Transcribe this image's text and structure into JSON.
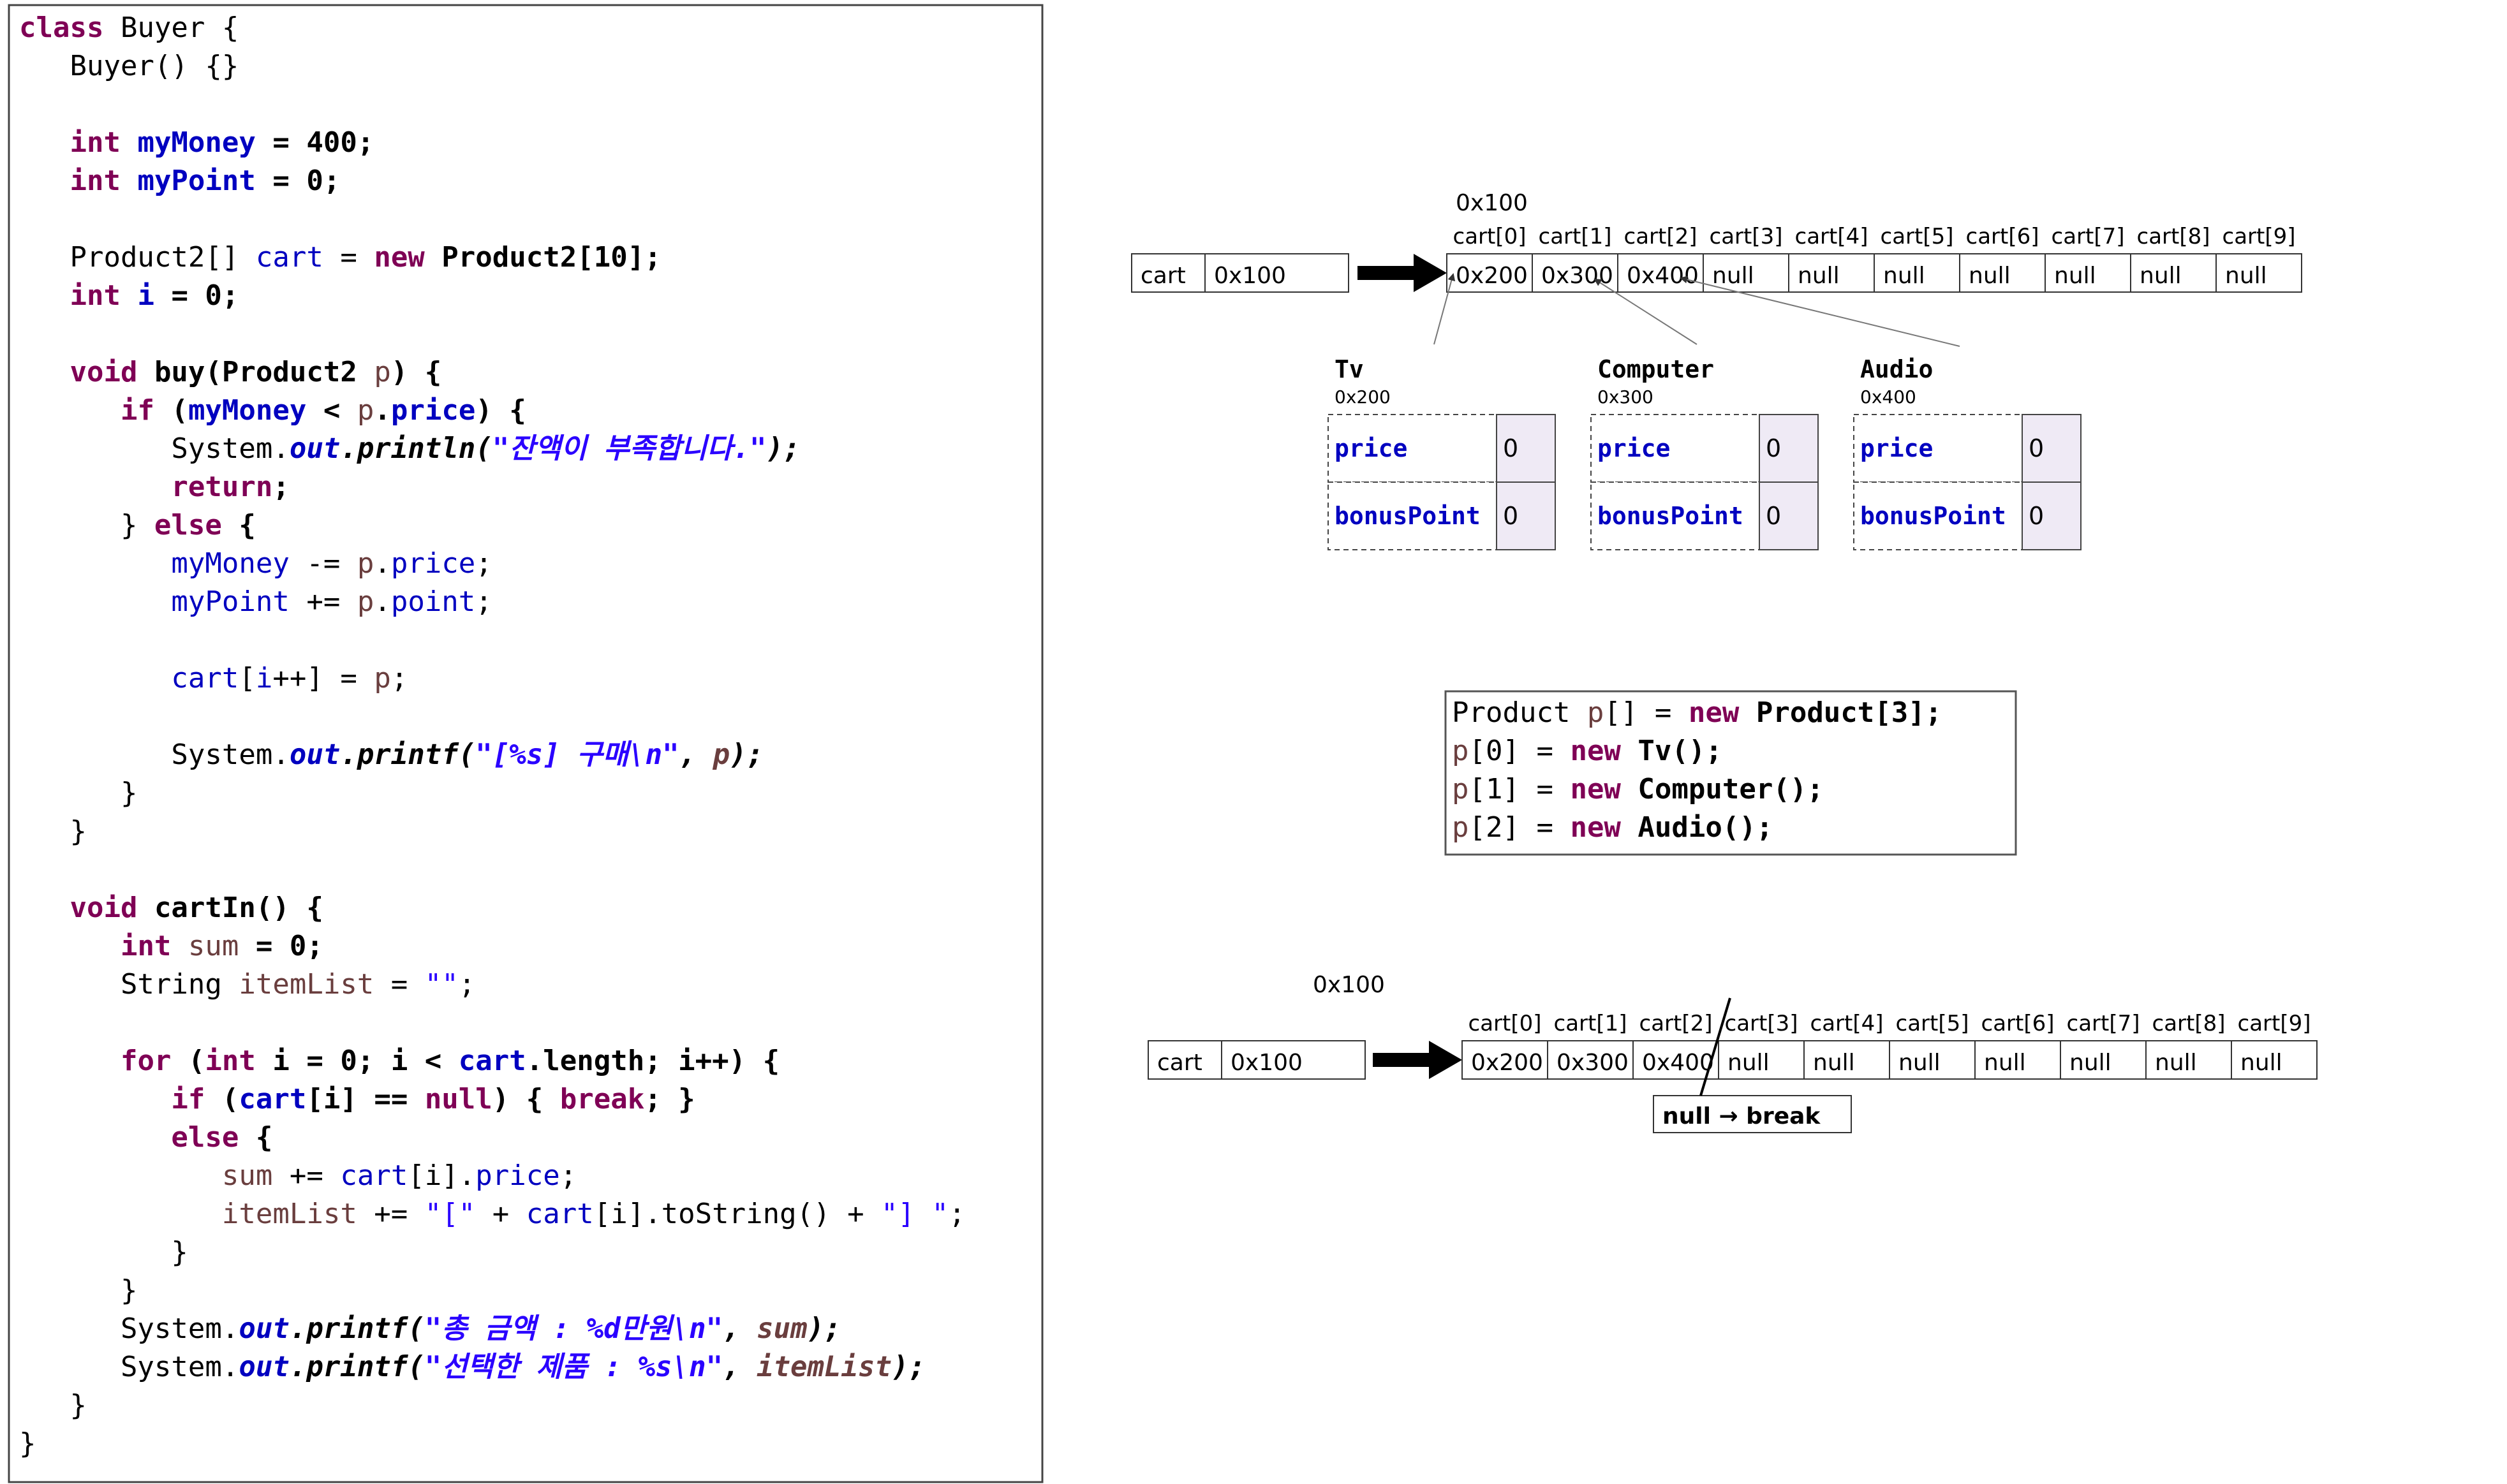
{
  "code": {
    "lines": [
      [
        [
          "class ",
          "#7f0055",
          true
        ],
        [
          "Buyer {",
          "#000000",
          false
        ]
      ],
      [
        [
          "   Buyer() {}",
          "#000000",
          false
        ]
      ],
      [],
      [
        [
          "   ",
          "#000000",
          false
        ],
        [
          "int ",
          "#7f0055",
          true
        ],
        [
          "myMoney",
          "#0000c0",
          true
        ],
        [
          " = 400;",
          "#000000",
          true
        ]
      ],
      [
        [
          "   ",
          "#000000",
          false
        ],
        [
          "int ",
          "#7f0055",
          true
        ],
        [
          "myPoint",
          "#0000c0",
          true
        ],
        [
          " = 0;",
          "#000000",
          true
        ]
      ],
      [],
      [
        [
          "   Product2[] ",
          "#000000",
          false
        ],
        [
          "cart",
          "#0000c0",
          false
        ],
        [
          " = ",
          "#000000",
          false
        ],
        [
          "new ",
          "#7f0055",
          true
        ],
        [
          "Product2[10];",
          "#000000",
          true
        ]
      ],
      [
        [
          "   ",
          "#000000",
          false
        ],
        [
          "int ",
          "#7f0055",
          true
        ],
        [
          "i",
          "#0000c0",
          true
        ],
        [
          " = 0;",
          "#000000",
          true
        ]
      ],
      [],
      [
        [
          "   ",
          "#000000",
          false
        ],
        [
          "void ",
          "#7f0055",
          true
        ],
        [
          "buy(Product2 ",
          "#000000",
          true
        ],
        [
          "p",
          "#6a3e3e",
          false
        ],
        [
          ") {",
          "#000000",
          true
        ]
      ],
      [
        [
          "      ",
          "#000000",
          false
        ],
        [
          "if ",
          "#7f0055",
          true
        ],
        [
          "(",
          "#000000",
          true
        ],
        [
          "myMoney",
          "#0000c0",
          true
        ],
        [
          " < ",
          "#000000",
          true
        ],
        [
          "p",
          "#6a3e3e",
          false
        ],
        [
          ".",
          "#000000",
          true
        ],
        [
          "price",
          "#0000c0",
          true
        ],
        [
          ") {",
          "#000000",
          true
        ]
      ],
      [
        [
          "         System.",
          "#000000",
          false
        ],
        [
          "out",
          "#0000c0",
          true,
          true
        ],
        [
          ".println(",
          "#000000",
          true,
          true
        ],
        [
          "\"잔액이 부족합니다.\"",
          "#2a00ff",
          true,
          true
        ],
        [
          ");",
          "#000000",
          true,
          true
        ]
      ],
      [
        [
          "         ",
          "#000000",
          false
        ],
        [
          "return",
          "#7f0055",
          true
        ],
        [
          ";",
          "#000000",
          true
        ]
      ],
      [
        [
          "      } ",
          "#000000",
          false
        ],
        [
          "else ",
          "#7f0055",
          true
        ],
        [
          "{",
          "#000000",
          true
        ]
      ],
      [
        [
          "         ",
          "#000000",
          false
        ],
        [
          "myMoney",
          "#0000c0",
          false
        ],
        [
          " -= ",
          "#000000",
          false
        ],
        [
          "p",
          "#6a3e3e",
          false
        ],
        [
          ".",
          "#000000",
          false
        ],
        [
          "price",
          "#0000c0",
          false
        ],
        [
          ";",
          "#000000",
          false
        ]
      ],
      [
        [
          "         ",
          "#000000",
          false
        ],
        [
          "myPoint",
          "#0000c0",
          false
        ],
        [
          " += ",
          "#000000",
          false
        ],
        [
          "p",
          "#6a3e3e",
          false
        ],
        [
          ".",
          "#000000",
          false
        ],
        [
          "point",
          "#0000c0",
          false
        ],
        [
          ";",
          "#000000",
          false
        ]
      ],
      [],
      [
        [
          "         ",
          "#000000",
          false
        ],
        [
          "cart",
          "#0000c0",
          false
        ],
        [
          "[",
          "#000000",
          false
        ],
        [
          "i",
          "#0000c0",
          false
        ],
        [
          "++] = ",
          "#000000",
          false
        ],
        [
          "p",
          "#6a3e3e",
          false
        ],
        [
          ";",
          "#000000",
          false
        ]
      ],
      [],
      [
        [
          "         System.",
          "#000000",
          false
        ],
        [
          "out",
          "#0000c0",
          true,
          true
        ],
        [
          ".printf(",
          "#000000",
          true,
          true
        ],
        [
          "\"[%s] 구매\\n\"",
          "#2a00ff",
          true,
          true
        ],
        [
          ", ",
          "#000000",
          true,
          true
        ],
        [
          "p",
          "#6a3e3e",
          true,
          true
        ],
        [
          ");",
          "#000000",
          true,
          true
        ]
      ],
      [
        [
          "      }",
          "#000000",
          false
        ]
      ],
      [
        [
          "   }",
          "#000000",
          false
        ]
      ],
      [],
      [
        [
          "   ",
          "#000000",
          false
        ],
        [
          "void ",
          "#7f0055",
          true
        ],
        [
          "cartIn() {",
          "#000000",
          true
        ]
      ],
      [
        [
          "      ",
          "#000000",
          false
        ],
        [
          "int ",
          "#7f0055",
          true
        ],
        [
          "sum",
          "#6a3e3e",
          false
        ],
        [
          " = 0;",
          "#000000",
          true
        ]
      ],
      [
        [
          "      String ",
          "#000000",
          false
        ],
        [
          "itemList",
          "#6a3e3e",
          false
        ],
        [
          " = ",
          "#000000",
          false
        ],
        [
          "\"\"",
          "#2a00ff",
          false
        ],
        [
          ";",
          "#000000",
          false
        ]
      ],
      [],
      [
        [
          "      ",
          "#000000",
          false
        ],
        [
          "for ",
          "#7f0055",
          true
        ],
        [
          "(",
          "#000000",
          true
        ],
        [
          "int ",
          "#7f0055",
          true
        ],
        [
          "i = 0; i < ",
          "#000000",
          true
        ],
        [
          "cart",
          "#0000c0",
          true
        ],
        [
          ".length; i++) {",
          "#000000",
          true
        ]
      ],
      [
        [
          "         ",
          "#000000",
          false
        ],
        [
          "if ",
          "#7f0055",
          true
        ],
        [
          "(",
          "#000000",
          true
        ],
        [
          "cart",
          "#0000c0",
          true
        ],
        [
          "[i] == ",
          "#000000",
          true
        ],
        [
          "null",
          "#7f0055",
          true
        ],
        [
          ") { ",
          "#000000",
          true
        ],
        [
          "break",
          "#7f0055",
          true
        ],
        [
          "; }",
          "#000000",
          true
        ]
      ],
      [
        [
          "         ",
          "#000000",
          false
        ],
        [
          "else ",
          "#7f0055",
          true
        ],
        [
          "{",
          "#000000",
          true
        ]
      ],
      [
        [
          "            ",
          "#000000",
          false
        ],
        [
          "sum",
          "#6a3e3e",
          false
        ],
        [
          " += ",
          "#000000",
          false
        ],
        [
          "cart",
          "#0000c0",
          false
        ],
        [
          "[i].",
          "#000000",
          false
        ],
        [
          "price",
          "#0000c0",
          false
        ],
        [
          ";",
          "#000000",
          false
        ]
      ],
      [
        [
          "            ",
          "#000000",
          false
        ],
        [
          "itemList",
          "#6a3e3e",
          false
        ],
        [
          " += ",
          "#000000",
          false
        ],
        [
          "\"[\"",
          "#2a00ff",
          false
        ],
        [
          " + ",
          "#000000",
          false
        ],
        [
          "cart",
          "#0000c0",
          false
        ],
        [
          "[i].toString() + ",
          "#000000",
          false
        ],
        [
          "\"] \"",
          "#2a00ff",
          false
        ],
        [
          ";",
          "#000000",
          false
        ]
      ],
      [
        [
          "         }",
          "#000000",
          false
        ]
      ],
      [
        [
          "      }",
          "#000000",
          false
        ]
      ],
      [
        [
          "      System.",
          "#000000",
          false
        ],
        [
          "out",
          "#0000c0",
          true,
          true
        ],
        [
          ".printf(",
          "#000000",
          true,
          true
        ],
        [
          "\"총 금액 : %d만원\\n\"",
          "#2a00ff",
          true,
          true
        ],
        [
          ", ",
          "#000000",
          true,
          true
        ],
        [
          "sum",
          "#6a3e3e",
          true,
          true
        ],
        [
          ");",
          "#000000",
          true,
          true
        ]
      ],
      [
        [
          "      System.",
          "#000000",
          false
        ],
        [
          "out",
          "#0000c0",
          true,
          true
        ],
        [
          ".printf(",
          "#000000",
          true,
          true
        ],
        [
          "\"선택한 제품 : %s\\n\"",
          "#2a00ff",
          true,
          true
        ],
        [
          ", ",
          "#000000",
          true,
          true
        ],
        [
          "itemList",
          "#6a3e3e",
          true,
          true
        ],
        [
          ");",
          "#000000",
          true,
          true
        ]
      ],
      [
        [
          "   }",
          "#000000",
          false
        ]
      ],
      [
        [
          "}",
          "#000000",
          false
        ]
      ]
    ]
  },
  "top_array": {
    "ref_label": "cart",
    "ref_value": "0x100",
    "address": "0x100",
    "index_labels": [
      "cart[0]",
      "cart[1]",
      "cart[2]",
      "cart[3]",
      "cart[4]",
      "cart[5]",
      "cart[6]",
      "cart[7]",
      "cart[8]",
      "cart[9]"
    ],
    "values": [
      "0x200",
      "0x300",
      "0x400",
      "null",
      "null",
      "null",
      "null",
      "null",
      "null",
      "null"
    ]
  },
  "objects": [
    {
      "name": "Tv",
      "address": "0x200",
      "fields": [
        {
          "name": "price",
          "value": "0"
        },
        {
          "name": "bonusPoint",
          "value": "0"
        }
      ]
    },
    {
      "name": "Computer",
      "address": "0x300",
      "fields": [
        {
          "name": "price",
          "value": "0"
        },
        {
          "name": "bonusPoint",
          "value": "0"
        }
      ]
    },
    {
      "name": "Audio",
      "address": "0x400",
      "fields": [
        {
          "name": "price",
          "value": "0"
        },
        {
          "name": "bonusPoint",
          "value": "0"
        }
      ]
    }
  ],
  "snippet": {
    "lines": [
      [
        [
          "Product ",
          "#000000",
          false
        ],
        [
          "p",
          "#6a3e3e",
          false
        ],
        [
          "[] = ",
          "#000000",
          false
        ],
        [
          "new ",
          "#7f0055",
          true
        ],
        [
          "Product[3];",
          "#000000",
          true
        ]
      ],
      [
        [
          "p",
          "#6a3e3e",
          false
        ],
        [
          "[0] = ",
          "#000000",
          false
        ],
        [
          "new ",
          "#7f0055",
          true
        ],
        [
          "Tv();",
          "#000000",
          true
        ]
      ],
      [
        [
          "p",
          "#6a3e3e",
          false
        ],
        [
          "[1] = ",
          "#000000",
          false
        ],
        [
          "new ",
          "#7f0055",
          true
        ],
        [
          "Computer();",
          "#000000",
          true
        ]
      ],
      [
        [
          "p",
          "#6a3e3e",
          false
        ],
        [
          "[2] = ",
          "#000000",
          false
        ],
        [
          "new ",
          "#7f0055",
          true
        ],
        [
          "Audio();",
          "#000000",
          true
        ]
      ]
    ]
  },
  "bottom_array": {
    "ref_label": "cart",
    "ref_value": "0x100",
    "address": "0x100",
    "index_labels": [
      "cart[0]",
      "cart[1]",
      "cart[2]",
      "cart[3]",
      "cart[4]",
      "cart[5]",
      "cart[6]",
      "cart[7]",
      "cart[8]",
      "cart[9]"
    ],
    "values": [
      "0x200",
      "0x300",
      "0x400",
      "null",
      "null",
      "null",
      "null",
      "null",
      "null",
      "null"
    ],
    "note": "null → break"
  },
  "colors": {
    "keyword": "#7f0055",
    "field": "#0000c0",
    "local": "#6a3e3e",
    "string": "#2a00ff",
    "plain": "#000000",
    "value_cell": "#efeaf5"
  }
}
